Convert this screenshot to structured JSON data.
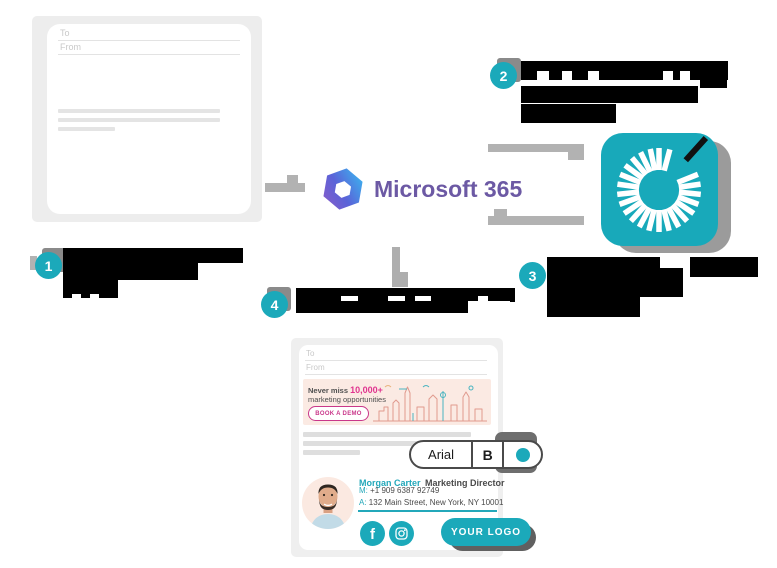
{
  "colors": {
    "teal": "#1BA9BA",
    "magenta": "#E0348F",
    "m365_purple": "#6C59A4",
    "connector_gray": "#B2B2B2",
    "badge_shadow_gray": "#8A8A8A",
    "banner_pink": "#FBEAE3",
    "redaction": "#000000"
  },
  "email_blank": {
    "to_label": "To",
    "from_label": "From"
  },
  "m365": {
    "label": "Microsoft 365",
    "icon": "microsoft-365-logo"
  },
  "signature_app": {
    "icon": "exclaimer-spiral-icon"
  },
  "steps": [
    {
      "number": "1",
      "text_redacted": true
    },
    {
      "number": "2",
      "text_redacted": true
    },
    {
      "number": "3",
      "text_redacted": true
    },
    {
      "number": "4",
      "text_redacted": true
    }
  ],
  "email_signature_preview": {
    "to_label": "To",
    "from_label": "From",
    "banner": {
      "line1_prefix": "Never miss ",
      "line1_highlight": "10,000+",
      "line2": "marketing opportunities",
      "cta": "BOOK A DEMO"
    },
    "toolbar": {
      "font_name": "Arial",
      "bold_label": "B",
      "color_dot": "#1BA9BA"
    },
    "signature": {
      "name": "Morgan Carter",
      "title": "Marketing Director",
      "mobile_label": "M:",
      "mobile": "+1 909 6387 92749",
      "address_label": "A:",
      "address": "132 Main Street, New York, NY 10001"
    },
    "social": [
      {
        "name": "facebook"
      },
      {
        "name": "instagram"
      }
    ],
    "logo_button": "YOUR LOGO"
  }
}
